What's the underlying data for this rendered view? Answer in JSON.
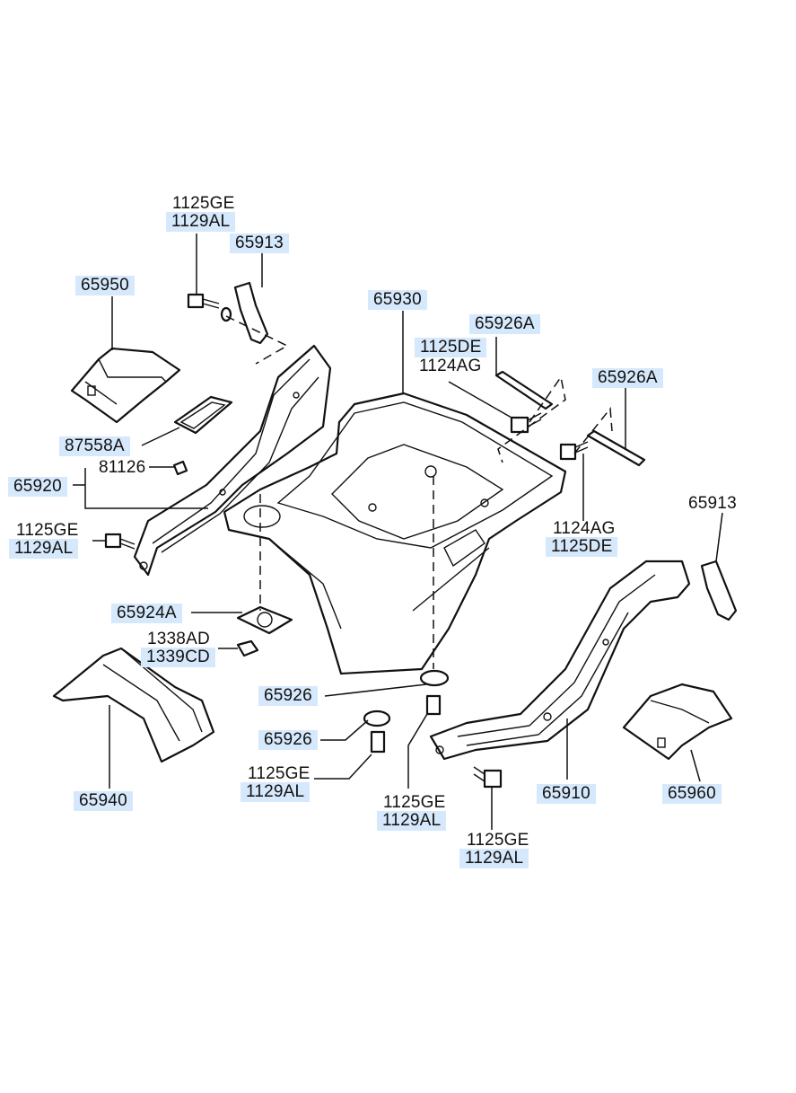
{
  "callouts": {
    "top_left_bolt_a": "1125GE",
    "top_left_bolt_b": "1129AL",
    "bracket_left": "65913",
    "cover_left": "65950",
    "crossmember": "65930",
    "bracket_plate_a": "65926A",
    "bolt_mid_a": "1125DE",
    "bolt_mid_b": "1124AG",
    "bracket_plate_b": "65926A",
    "bracket_right": "65913",
    "pad": "87558A",
    "clip": "81126",
    "side_member_left": "65920",
    "left_bolt_a": "1125GE",
    "left_bolt_b": "1129AL",
    "right_bolt_a": "1124AG",
    "right_bolt_b": "1125DE",
    "mount_plate": "65924A",
    "nut_a": "1338AD",
    "nut_b": "1339CD",
    "rubber_upper": "65926",
    "rubber_lower": "65926",
    "bottom_bolt1_a": "1125GE",
    "bottom_bolt1_b": "1129AL",
    "bottom_bolt2_a": "1125GE",
    "bottom_bolt2_b": "1129AL",
    "bottom_bolt3_a": "1125GE",
    "bottom_bolt3_b": "1129AL",
    "cover_front": "65940",
    "side_member_right": "65910",
    "cover_right": "65960"
  }
}
